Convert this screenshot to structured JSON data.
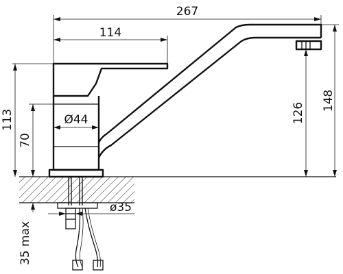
{
  "dimensions": {
    "total_length": "267",
    "handle_length": "114",
    "total_height": "148",
    "spout_height": "126",
    "body_height": "113",
    "base_height": "70",
    "body_diameter": "Ø44",
    "hole_diameter": "ø35",
    "max_thickness": "35 max"
  }
}
